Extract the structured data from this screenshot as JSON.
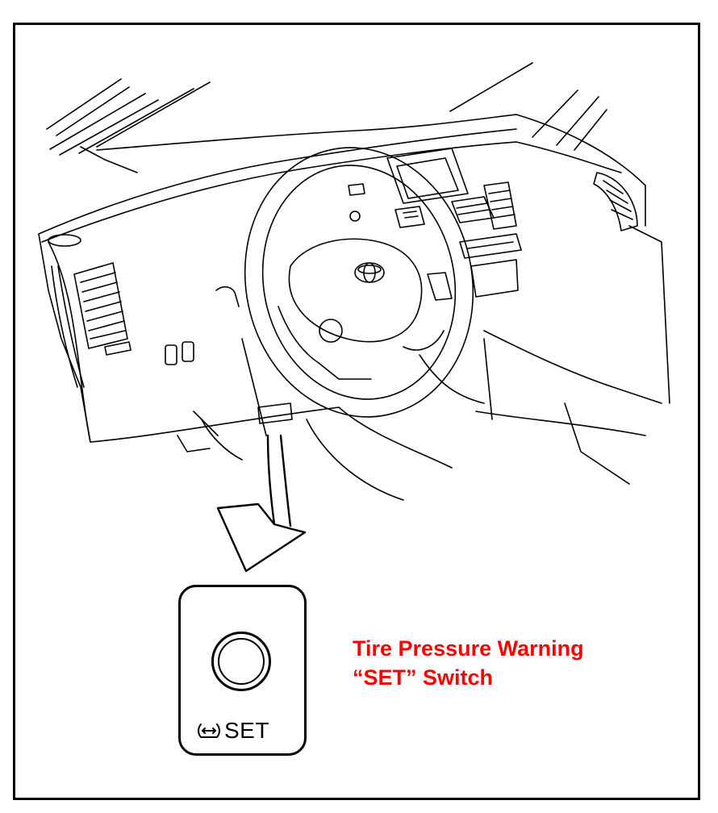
{
  "callout": {
    "line1": "Tire Pressure Warning",
    "line2": "“SET” Switch",
    "color": "#ff0000"
  },
  "switch": {
    "label": "SET",
    "icon": "tire-pressure-icon"
  },
  "illustration": {
    "subject": "dashboard-with-steering-wheel",
    "emblem": "toyota-emblem-icon",
    "pointer": "down-arrow-icon"
  }
}
